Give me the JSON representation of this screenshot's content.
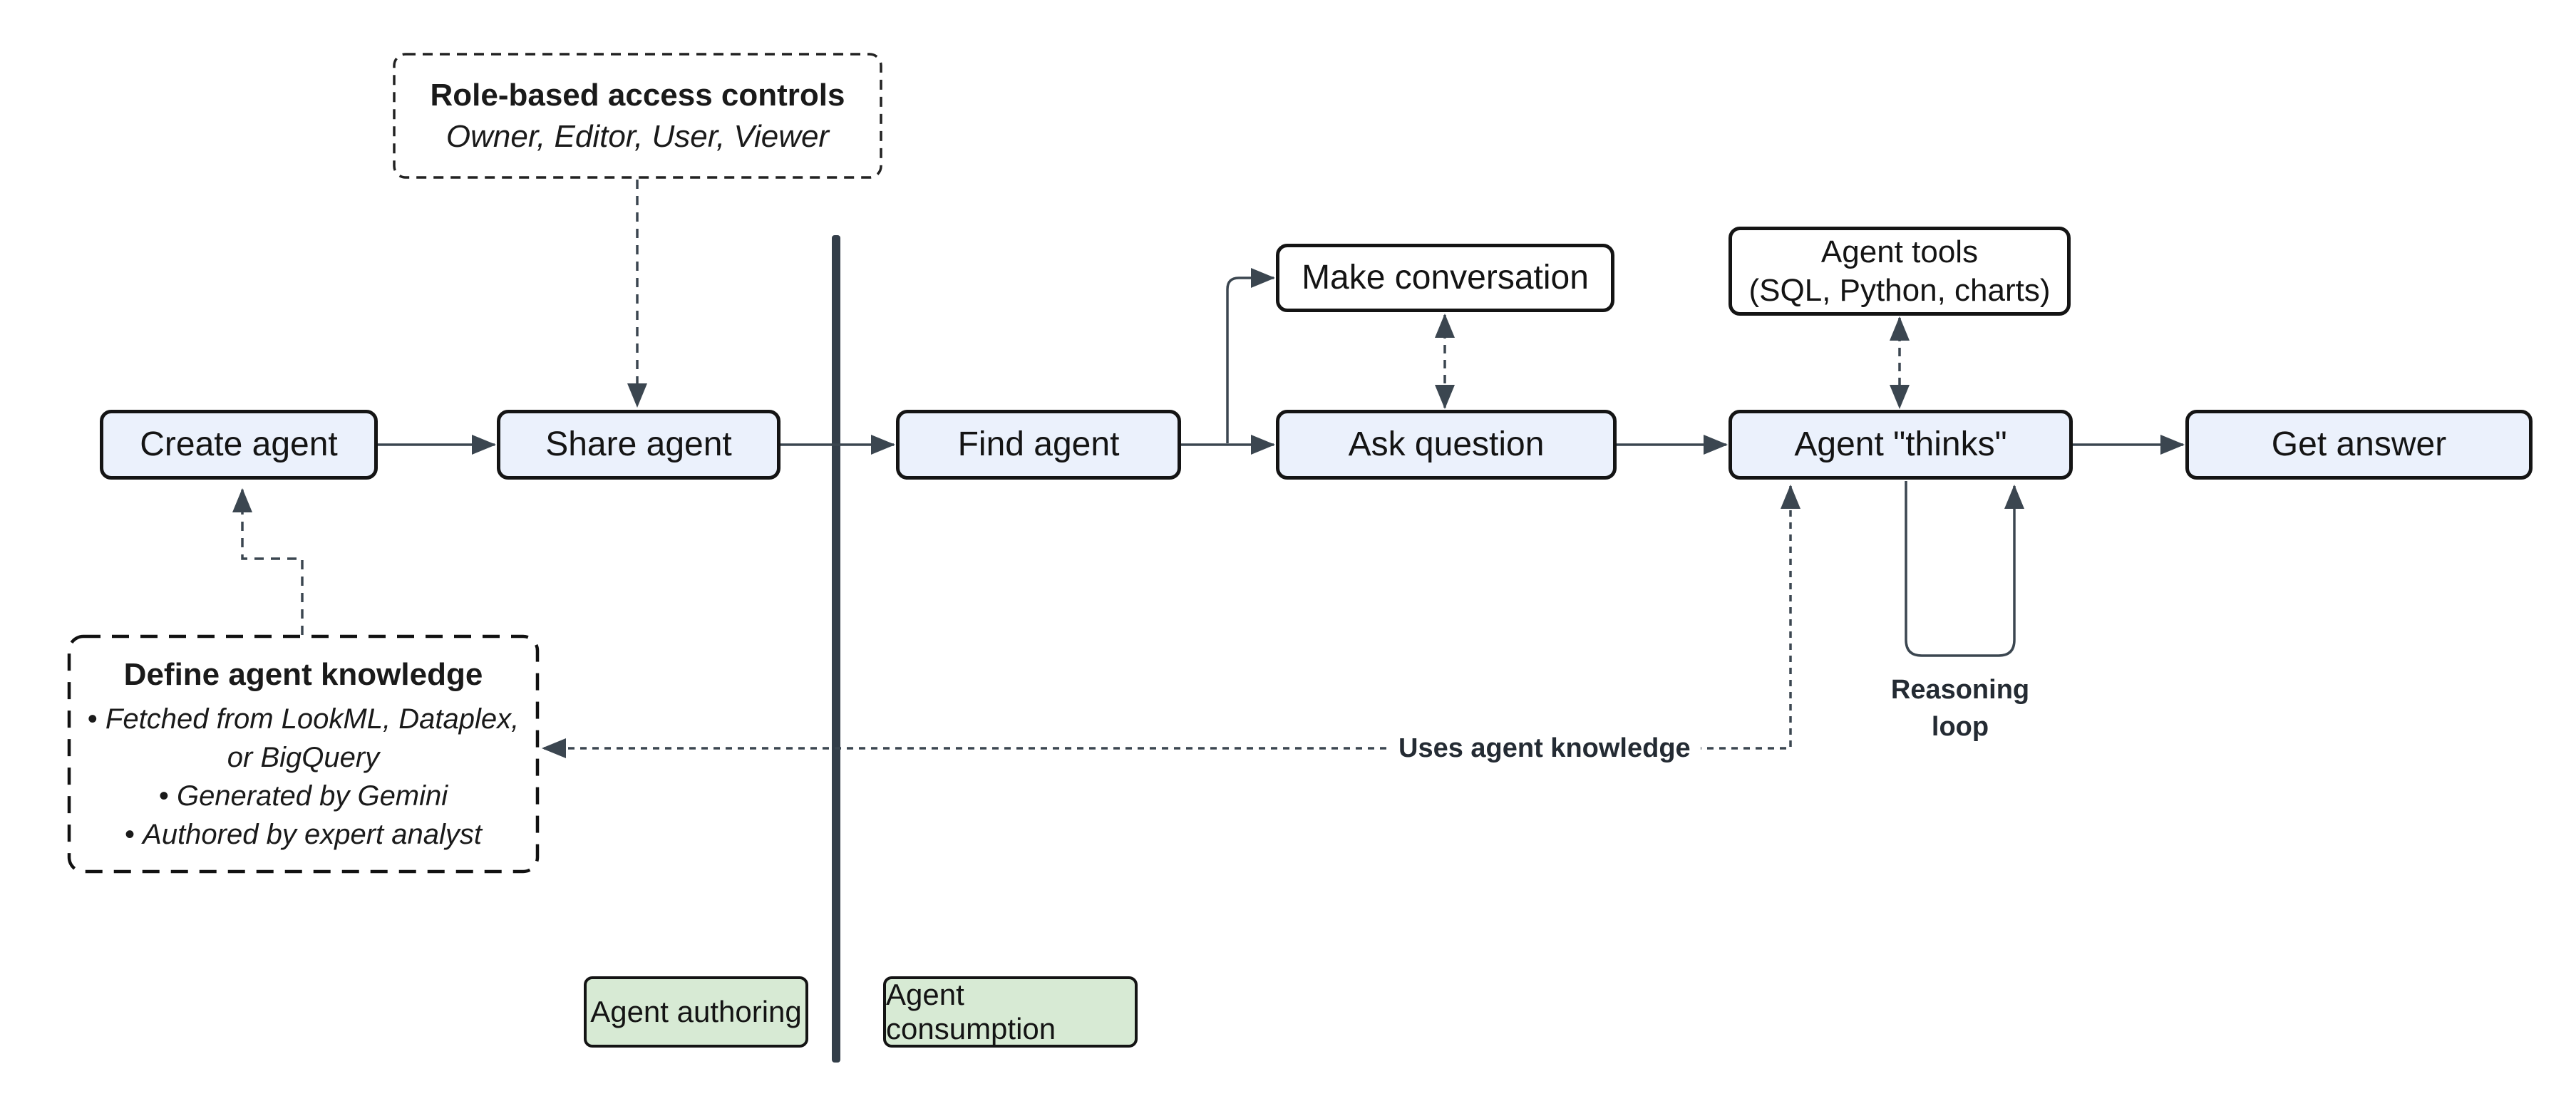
{
  "diagram": {
    "nodes": {
      "create_agent": "Create agent",
      "share_agent": "Share agent",
      "find_agent": "Find agent",
      "make_conversation": "Make conversation",
      "ask_question": "Ask question",
      "agent_tools_line1": "Agent tools",
      "agent_tools_line2": "(SQL, Python, charts)",
      "agent_thinks": "Agent \"thinks\"",
      "get_answer": "Get answer"
    },
    "notes": {
      "rbac_title": "Role-based access controls",
      "rbac_roles": "Owner, Editor, User, Viewer",
      "knowledge_title": "Define agent knowledge",
      "knowledge_bullets": [
        "Fetched from LookML, Dataplex, or BigQuery",
        "Generated by Gemini",
        "Authored by expert analyst"
      ]
    },
    "edge_labels": {
      "reasoning_loop": "Reasoning loop",
      "uses_agent_knowledge": "Uses agent knowledge"
    },
    "zones": {
      "authoring": "Agent authoring",
      "consumption": "Agent consumption"
    },
    "colors": {
      "node_fill": "#ebf1fc",
      "node_border": "#141414",
      "note_background": "#ffffff",
      "zone_fill": "#d7ead4",
      "connector": "#3b4650",
      "divider": "#333e49",
      "text": "#1a1a1a"
    }
  }
}
